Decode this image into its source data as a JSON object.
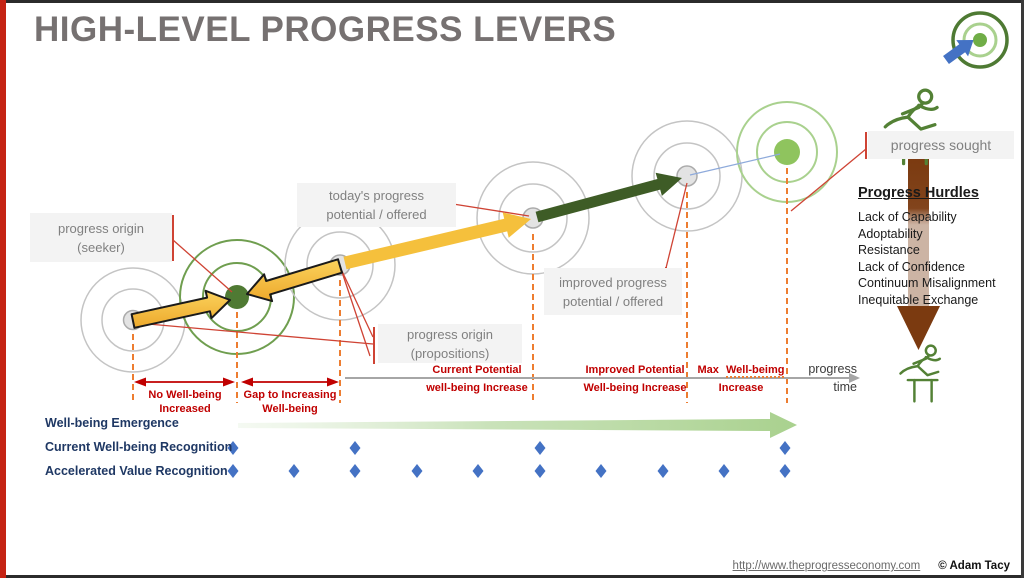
{
  "slide": {
    "title": "HIGH-LEVEL PROGRESS LEVERS",
    "footer_link": "http://www.theprogresseconomy.com",
    "footer_copyright": "© Adam Tacy"
  },
  "callouts": {
    "seeker": {
      "line1": "progress origin",
      "line2": "(seeker)"
    },
    "today": {
      "line1": "today's progress",
      "line2": "potential / offered"
    },
    "propositions": {
      "line1": "progress origin",
      "line2": "(propositions)"
    },
    "improved": {
      "line1": "improved progress",
      "line2": "potential / offered"
    },
    "sought": {
      "label": "progress sought"
    }
  },
  "hurdles": {
    "heading": "Progress Hurdles",
    "items": [
      "Lack of Capability",
      "Adoptability",
      "Resistance",
      "Lack of Confidence",
      "Continuum Misalignment",
      "Inequitable Exchange"
    ]
  },
  "timeline": {
    "segments": [
      {
        "line1": "No Well-being",
        "line2": "Increased"
      },
      {
        "line1": "Gap to Increasing",
        "line2": "Well-being"
      },
      {
        "line1": "Current Potential",
        "line2": "well-being Increase"
      },
      {
        "line1": "Improved Potential",
        "line2": "Well-being Increase"
      },
      {
        "line1_a": "Max",
        "line1_b": "Well-beimg",
        "line2": "Increase"
      }
    ],
    "axis_label_line1": "progress",
    "axis_label_line2": "time"
  },
  "emergence_rows": {
    "row1_label": "Well-being Emergence",
    "row2_label": "Current Well-being Recognition",
    "row3_label": "Accelerated Value Recognition",
    "current_diamond_x": [
      233,
      355,
      540,
      785
    ],
    "accelerated_diamond_x": [
      233,
      294,
      355,
      417,
      478,
      540,
      601,
      663,
      724,
      785
    ],
    "diamond_y_current": 448,
    "diamond_y_accelerated": 471
  },
  "colors": {
    "accent_red": "#C00000",
    "connector_red": "#cf4334",
    "accent_orange": "#ED7D31",
    "arrow_yellow": "#F2B635",
    "dark_green_arrow": "#3E5C26",
    "mid_green": "#70AD47",
    "light_green": "#A9D18E",
    "hurdle_brown": "#7B3A10",
    "diamond_blue": "#4472C4",
    "row_navy": "#1F3864"
  }
}
